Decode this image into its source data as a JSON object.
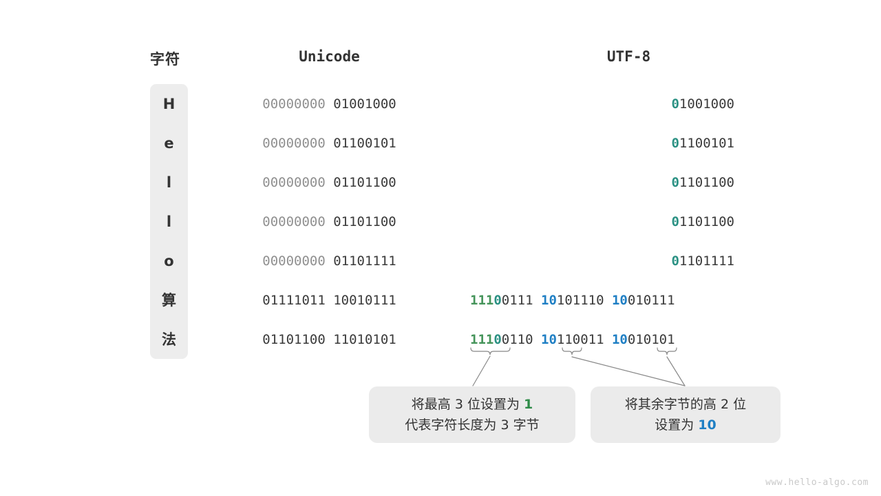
{
  "headers": {
    "character": "字符",
    "unicode": "Unicode",
    "utf8": "UTF-8"
  },
  "colors": {
    "teal": "#2a9183",
    "green": "#45945a",
    "blue": "#1f7fc4",
    "text": "#3a3a3a",
    "dim": "#909090",
    "panel": "#ededed",
    "callout_bg": "#ebebeb"
  },
  "rows": [
    {
      "char": "H",
      "unicode_high": "00000000",
      "unicode_low": "01001000",
      "utf8_kind": "ascii",
      "utf8_lead": "0",
      "utf8_rest": "1001000"
    },
    {
      "char": "e",
      "unicode_high": "00000000",
      "unicode_low": "01100101",
      "utf8_kind": "ascii",
      "utf8_lead": "0",
      "utf8_rest": "1100101"
    },
    {
      "char": "l",
      "unicode_high": "00000000",
      "unicode_low": "01101100",
      "utf8_kind": "ascii",
      "utf8_lead": "0",
      "utf8_rest": "1101100"
    },
    {
      "char": "l",
      "unicode_high": "00000000",
      "unicode_low": "01101100",
      "utf8_kind": "ascii",
      "utf8_lead": "0",
      "utf8_rest": "1101100"
    },
    {
      "char": "o",
      "unicode_high": "00000000",
      "unicode_low": "01101111",
      "utf8_kind": "ascii",
      "utf8_lead": "0",
      "utf8_rest": "1101111"
    },
    {
      "char": "算",
      "unicode_high": "01111011",
      "unicode_low": "10010111",
      "utf8_kind": "multibyte",
      "b1_marker": "111",
      "b1_marker2": "0",
      "b1_rest": "0111",
      "b2_marker": "10",
      "b2_rest": "101110",
      "b3_marker": "10",
      "b3_rest": "010111"
    },
    {
      "char": "法",
      "unicode_high": "01101100",
      "unicode_low": "11010101",
      "utf8_kind": "multibyte",
      "b1_marker": "111",
      "b1_marker2": "0",
      "b1_rest": "0110",
      "b2_marker": "10",
      "b2_rest": "110011",
      "b3_marker": "10",
      "b3_rest": "010101"
    }
  ],
  "callouts": {
    "left": {
      "line1_pre": "将最高 ",
      "line1_num": "3",
      "line1_mid": " 位设置为 ",
      "line1_hl": "1",
      "line2_pre": "代表字符长度为 ",
      "line2_num": "3",
      "line2_post": " 字节"
    },
    "right": {
      "line1_pre": "将其余字节的高 ",
      "line1_num": "2",
      "line1_post": " 位",
      "line2_pre": "设置为 ",
      "line2_hl": "10"
    }
  },
  "watermark": "www.hello-algo.com"
}
